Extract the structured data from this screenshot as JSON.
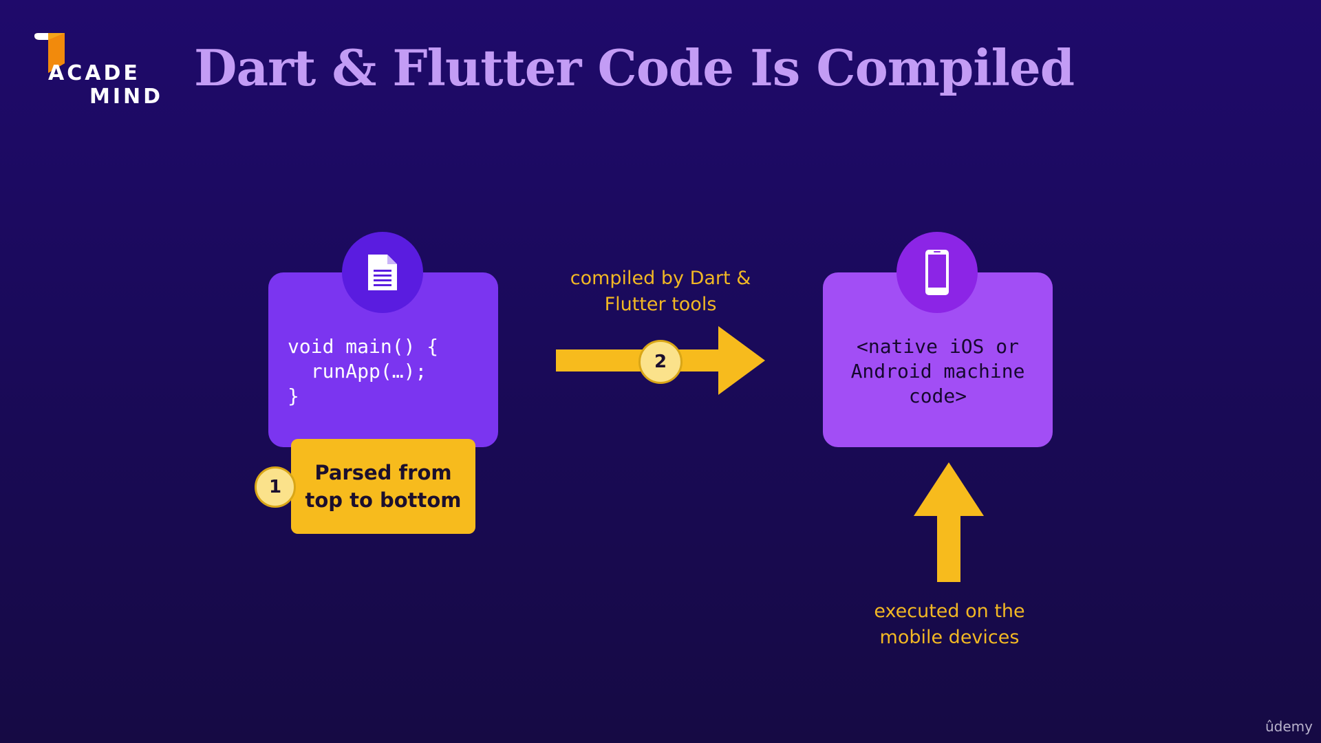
{
  "logo": {
    "line1": "ACADE",
    "line2": "MIND"
  },
  "title": "Dart & Flutter Code Is Compiled",
  "source_box": {
    "icon": "document-icon",
    "code": "void main() {\n  runApp(…);\n}"
  },
  "step1": {
    "number": "1",
    "label": "Parsed from\ntop to bottom"
  },
  "step2": {
    "number": "2",
    "caption": "compiled by Dart &\nFlutter tools"
  },
  "target_box": {
    "icon": "smartphone-icon",
    "text": "<native iOS or\nAndroid machine\ncode>"
  },
  "execution_caption": "executed on the\nmobile devices",
  "watermark": "ûdemy",
  "colors": {
    "background": "#1a0a5a",
    "title": "#c39cf5",
    "code_box": "#7b35f0",
    "native_box": "#a24ef5",
    "accent_yellow": "#f7bb1d",
    "caption_yellow": "#f2b824"
  }
}
